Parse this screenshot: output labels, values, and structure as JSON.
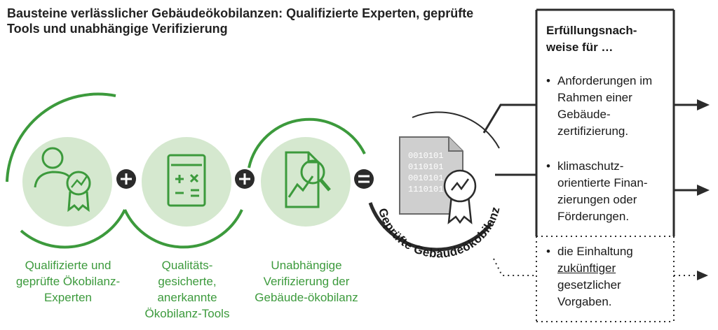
{
  "title": "Bausteine verlässlicher Gebäudeökobilanzen: Qualifizierte Experten, geprüfte Tools und unabhängige Verifizierung",
  "components": [
    {
      "caption": "Qualifizierte und geprüfte Ökobilanz-Experten",
      "icon": "expert-certificate-icon"
    },
    {
      "caption": "Qualitäts-gesicherte, anerkannte Ökobilanz-Tools",
      "icon": "calculator-icon"
    },
    {
      "caption": "Unabhängige Verifizierung der Gebäude-ökobilanz",
      "icon": "verification-chart-icon"
    }
  ],
  "operators": [
    "+",
    "+",
    "="
  ],
  "result": {
    "label": "Geprüfte Gebäudeökobilanz",
    "document_lines": [
      "0010101",
      "0110101",
      "0010101",
      "1110101"
    ]
  },
  "box": {
    "heading": "Erfüllungsnach-weise für …",
    "bullets": [
      "Anforderungen im Rahmen einer Gebäude-zertifizierung.",
      "klimaschutz-orientierte Finan-zierungen oder Förderungen.",
      "die Einhaltung zukünftiger gesetzlicher Vorgaben."
    ]
  },
  "colors": {
    "green": "#3c9a3c",
    "light_green": "#d5e8cf",
    "dark": "#2b2b2b",
    "doc_gray": "#cfcfcf"
  }
}
